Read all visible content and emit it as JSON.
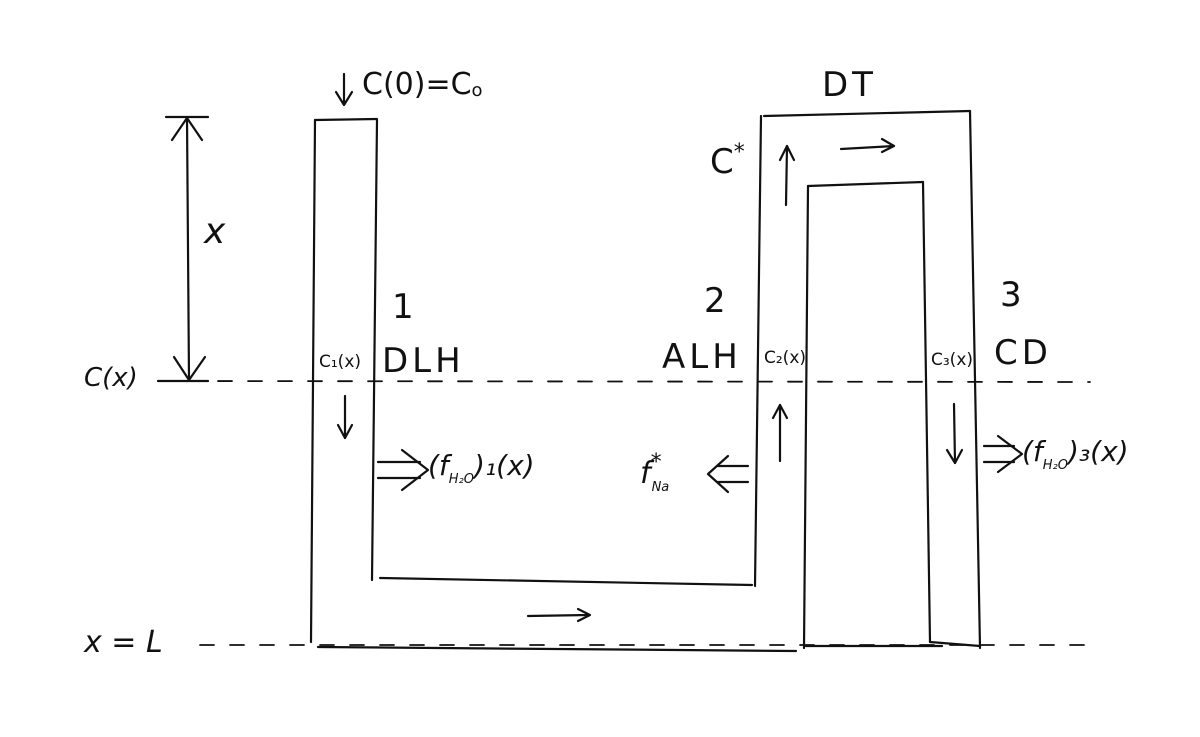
{
  "labels": {
    "top_inlet": "C(0)=C",
    "top_inlet_sub": "o",
    "segment_dt": "DT",
    "c_star": "C",
    "c_star_sup": "*",
    "dim_x": "x",
    "seg_num_1": "1",
    "seg_num_2": "2",
    "seg_num_3": "3",
    "c_of_x": "C(x)",
    "c1_x": "C₁(x)",
    "segment_dlh": "DLH",
    "segment_alh": "ALH",
    "c2_x": "C₂(x)",
    "c3_x": "C₃(x)",
    "segment_cd": "CD",
    "flux_h2o_1_open": "(f",
    "flux_h2o_1_sub": "H₂O",
    "flux_h2o_1_close": ")₁(x)",
    "flux_na": "f",
    "flux_na_sup": "*",
    "flux_na_sub": "Na",
    "flux_h2o_3_open": "(f",
    "flux_h2o_3_sub": "H₂O",
    "flux_h2o_3_close": ")₃(x)",
    "bottom_bound": "x = L"
  }
}
